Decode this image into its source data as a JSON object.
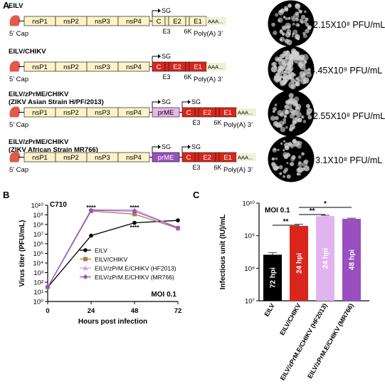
{
  "panels": {
    "a": "A",
    "b": "B",
    "c": "C"
  },
  "genome": {
    "cap": "5’ Cap",
    "polyA": "Poly(A) 3’",
    "aaa": "AAA...",
    "sg": "SG",
    "ns": [
      "nsP1",
      "nsP2",
      "nsP3",
      "nsP4"
    ],
    "struct": [
      "C",
      "E2",
      "E1"
    ],
    "small": [
      "E3",
      "6K"
    ],
    "prme": "prME"
  },
  "constructs": [
    {
      "title": [
        "EILV"
      ],
      "titer": "2.15X10⁸ PFU/mL",
      "variant": "eilv"
    },
    {
      "title": [
        "EILV/CHIKV"
      ],
      "titer": "4.45X10⁹ PFU/mL",
      "variant": "chikv"
    },
    {
      "title": [
        "EILV/zPrME/CHIKV",
        "(ZIKV Asian Strain H/PF/2013)"
      ],
      "titer": "2.55X10⁸ PFU/mL",
      "variant": "asian"
    },
    {
      "title": [
        "EILV/zPrME/CHIKV",
        "(ZIKV African Strain MR766)"
      ],
      "titer": "3.1X10⁸ PFU/mL",
      "variant": "african"
    }
  ],
  "colors": {
    "ns_fill": "#fdf3c6",
    "chikv_red": "#d9261c",
    "prme_light": "#e9b7ea",
    "prme_dark": "#9a4fc0",
    "cap_red": "#e05a4a",
    "polyA_fill": "#eef3d6"
  },
  "chart_data": [
    {
      "type": "line",
      "title": "C710",
      "ylabel": "Virus titer (PFU/mL)",
      "xlabel": "Hours post infection",
      "annotation": "MOI 0.1",
      "x": [
        0,
        24,
        48,
        72
      ],
      "x_ticks": [
        "0",
        "24",
        "48",
        "72"
      ],
      "y_scale": "log",
      "y_ticks": [
        "10⁰",
        "10¹",
        "10²",
        "10³",
        "10⁴",
        "10⁵",
        "10⁶",
        "10⁷",
        "10⁸",
        "10⁹",
        "10¹⁰"
      ],
      "ylim": [
        1,
        10000000000
      ],
      "significance": [
        "****",
        "****",
        "****"
      ],
      "series": [
        {
          "name": "EILV",
          "values": [
            30,
            7000000,
            150000000,
            270000000
          ],
          "color": "#000000",
          "marker": "circle"
        },
        {
          "name": "EILV/CHIKV",
          "values": [
            30,
            2500000000,
            1200000000,
            40000000
          ],
          "color": "#b07a4f",
          "marker": "square"
        },
        {
          "name": "EILV/zPrM.E/CHIKV (HF2013)",
          "values": [
            30,
            3500000000,
            3500000000,
            50000000
          ],
          "color": "#c9a6e6",
          "marker": "triangle"
        },
        {
          "name": "EILV/zPrM.E/CHIKV (MR766)",
          "values": [
            30,
            3000000000,
            2500000000,
            45000000
          ],
          "color": "#9a4fc0",
          "marker": "diamond"
        }
      ]
    },
    {
      "type": "bar",
      "title": "MOI 0.1",
      "ylabel": "Infectious unit (IU)/mL",
      "y_scale": "log",
      "y_ticks": [
        "10⁷",
        "10⁸",
        "10⁹",
        "10¹⁰"
      ],
      "ylim": [
        10000000,
        10000000000
      ],
      "categories": [
        "EILV",
        "EILV/CHIKV",
        "EILV/zPrM.E/CHIKV (HF2013)",
        "EILV/zPrM.E/CHIKV (MR766)"
      ],
      "values": [
        260000000,
        2000000000,
        4000000000,
        3300000000
      ],
      "errors": [
        40000000,
        250000000,
        250000000,
        150000000
      ],
      "bar_labels": [
        "72 hpi",
        "24 hpi",
        "24 hpi",
        "48 hpi"
      ],
      "colors": [
        "#000000",
        "#d9261c",
        "#e2b4ef",
        "#9a4fc0"
      ],
      "significance": [
        {
          "from": 0,
          "to": 1,
          "label": "**"
        },
        {
          "from": 1,
          "to": 2,
          "label": "**"
        },
        {
          "from": 1,
          "to": 3,
          "label": "*"
        }
      ]
    }
  ]
}
